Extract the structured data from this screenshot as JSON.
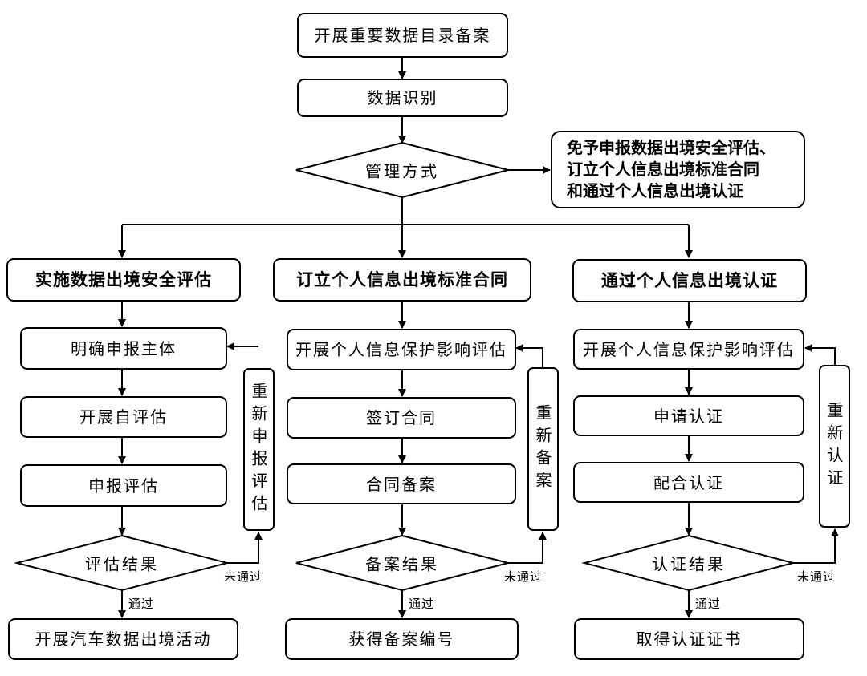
{
  "top_steps": [
    "开展重要数据目录备案",
    "数据识别"
  ],
  "management_decision": "管理方式",
  "exemption_note": [
    "免予申报数据出境安全评估、",
    "订立个人信息出境标准合同",
    "和通过个人信息出境认证"
  ],
  "columns": [
    {
      "title": "实施数据出境安全评估",
      "steps": [
        "明确申报主体",
        "开展自评估",
        "申报评估"
      ],
      "decision": "评估结果",
      "fail_label": "未通过",
      "pass_label": "通过",
      "retry": "重新申报评估",
      "final": "开展汽车数据出境活动"
    },
    {
      "title": "订立个人信息出境标准合同",
      "steps": [
        "开展个人信息保护影响评估",
        "签订合同",
        "合同备案"
      ],
      "decision": "备案结果",
      "fail_label": "未通过",
      "pass_label": "通过",
      "retry": "重新备案",
      "final": "获得备案编号"
    },
    {
      "title": "通过个人信息出境认证",
      "steps": [
        "开展个人信息保护影响评估",
        "申请认证",
        "配合认证"
      ],
      "decision": "认证结果",
      "fail_label": "未通过",
      "pass_label": "通过",
      "retry": "重新认证",
      "final": "取得认证证书"
    }
  ]
}
